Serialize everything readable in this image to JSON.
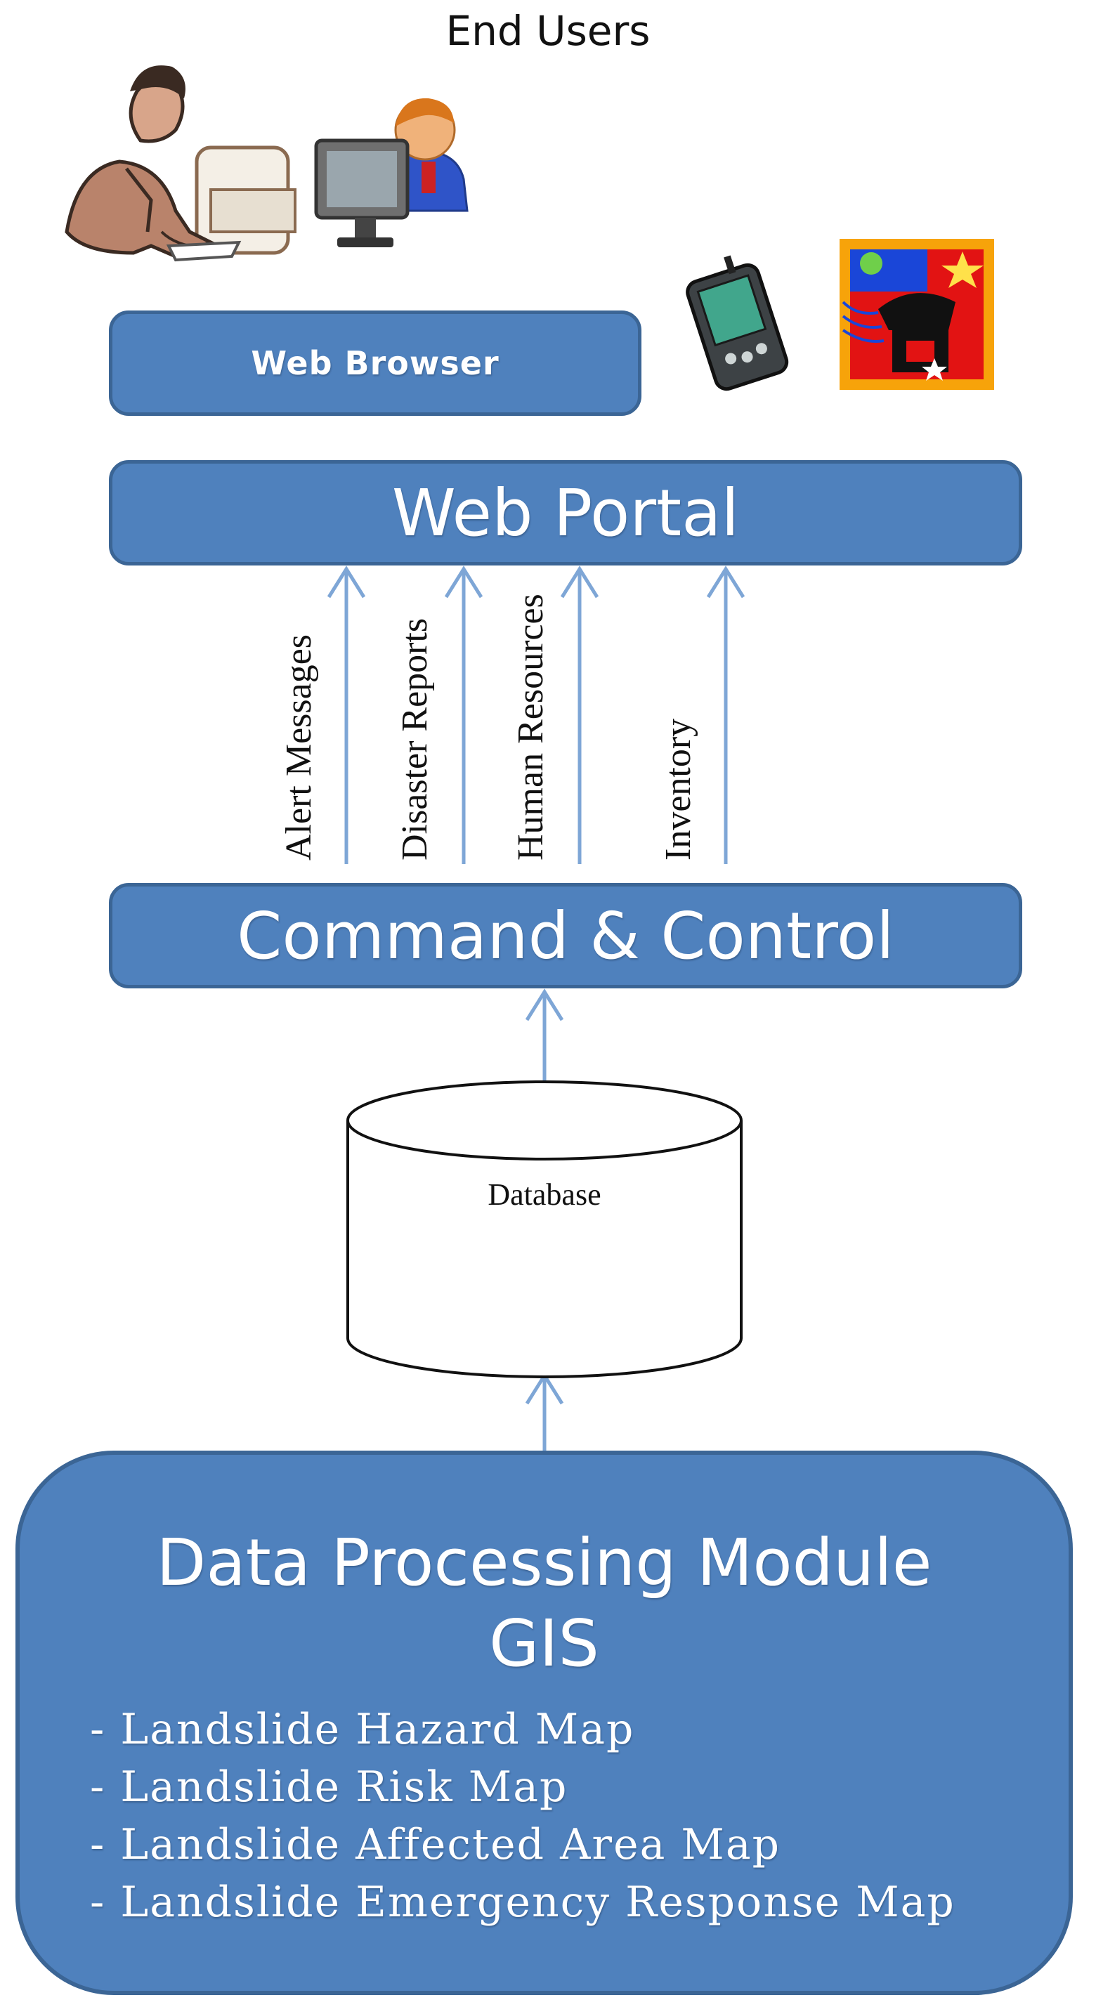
{
  "header": {
    "title": "End Users"
  },
  "layers": {
    "web_browser": "Web Browser",
    "web_portal": "Web Portal",
    "command_control": "Command & Control",
    "database": "Database"
  },
  "flows": [
    {
      "label": "Alert Messages"
    },
    {
      "label": "Disaster Reports"
    },
    {
      "label": "Human Resources"
    },
    {
      "label": "Inventory"
    }
  ],
  "data_processing": {
    "title": "Data Processing Module",
    "subtitle": "GIS",
    "items": [
      "- Landslide Hazard Map",
      "- Landslide Risk Map",
      "- Landslide Affected Area Map",
      "- Landslide Emergency  Response Map"
    ]
  },
  "colors": {
    "box_fill": "#4f81bd",
    "box_border": "#3b6595",
    "arrow": "#7ea6d6"
  },
  "icons": [
    "office-worker-icon",
    "computer-user-icon",
    "pda-device-icon",
    "telephone-stamp-icon"
  ]
}
